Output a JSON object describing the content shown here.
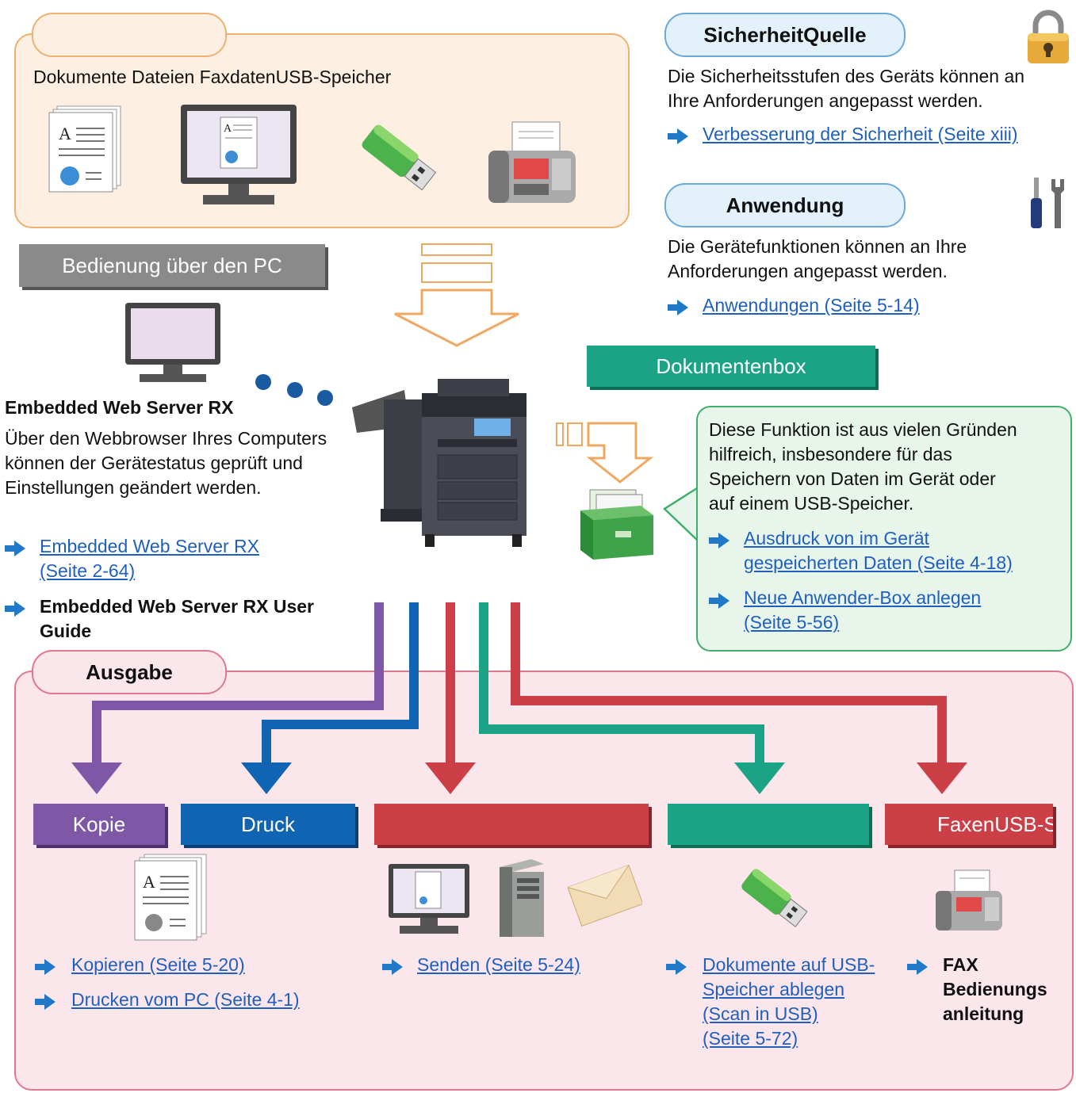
{
  "input": {
    "heading": "",
    "label": "Dokumente Dateien FaxdatenUSB-Speicher"
  },
  "pc_operation": {
    "bar_label": "Bedienung über den PC",
    "title": "Embedded Web Server RX",
    "description": "Über den Webbrowser Ihres Computers können der Gerätestatus geprüft und Einstellungen geändert werden.",
    "link_line1": "Embedded Web Server RX",
    "link_line2": "(Seite 2-64)",
    "guide_line1": "Embedded Web Server RX User",
    "guide_line2": "Guide"
  },
  "security": {
    "title": "SicherheitQuelle",
    "text_line1": "Die Sicherheitsstufen des Geräts können an",
    "text_line2": "Ihre Anforderungen angepasst werden.",
    "link": "Verbesserung der Sicherheit (Seite xiii)"
  },
  "application": {
    "title": "Anwendung",
    "text_line1": "Die Gerätefunktionen können an Ihre",
    "text_line2": "Anforderungen angepasst werden.",
    "link": "Anwendungen (Seite 5-14)"
  },
  "document_box": {
    "bar_label": "Dokumentenbox",
    "text_line1": "Diese Funktion ist aus vielen Gründen",
    "text_line2": "hilfreich, insbesondere für das",
    "text_line3": "Speichern von Daten im Gerät oder",
    "text_line4": "auf einem USB-Speicher.",
    "link1_line1": "Ausdruck von im Gerät",
    "link1_line2": "gespeicherten Daten (Seite 4-18)",
    "link2_line1": "Neue Anwender-Box anlegen",
    "link2_line2": "(Seite 5-56)"
  },
  "output": {
    "heading": "Ausgabe",
    "bars": {
      "copy": "Kopie",
      "print": "Druck",
      "send": "",
      "usb": "",
      "fax": "FaxenUSB-S"
    },
    "link_copy": "Kopieren (Seite 5-20)",
    "link_print": "Drucken vom PC (Seite 4-1)",
    "link_send": "Senden (Seite 5-24)",
    "usb_link_line1": "Dokumente auf USB-",
    "usb_link_line2": "Speicher ablegen",
    "usb_link_line3": "(Scan in USB)",
    "usb_link_line4": "(Seite 5-72)",
    "fax_guide_line1": "FAX",
    "fax_guide_line2": "Bedienungs",
    "fax_guide_line3": "anleitung"
  },
  "colors": {
    "input_fill": "#fdf0e2",
    "input_border": "#f0b070",
    "output_fill": "#fbe6ec",
    "output_border": "#e07890",
    "purple": "#7e57a6",
    "blue": "#1064b4",
    "red": "#cc3f47",
    "green": "#1aa384",
    "gray": "#8a8a8a",
    "link": "#1f5fbf",
    "pill_fill": "#e3f1fb",
    "pill_border": "#69a9dc"
  }
}
